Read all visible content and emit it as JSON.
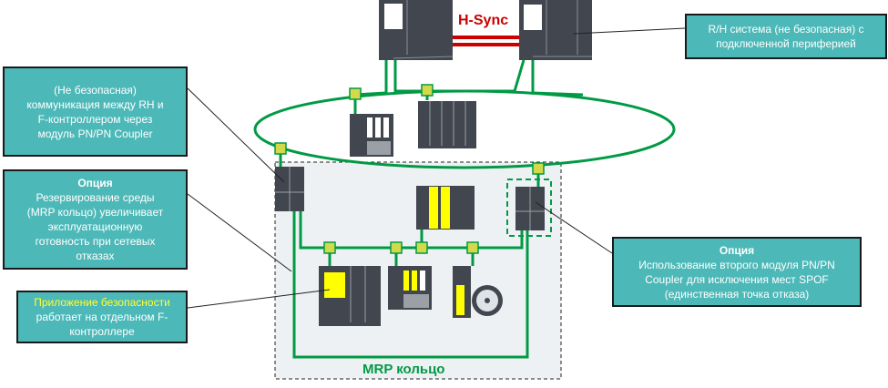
{
  "colors": {
    "callout_bg": "#4db8b8",
    "network_green": "#009a44",
    "connector_yellow": "#d4d94a",
    "device_dark": "#41464f",
    "highlight_yellow": "#ffff00",
    "hsync_red": "#cc0000",
    "zone_bg": "#eef1f4"
  },
  "labels": {
    "hsync": "H-Sync",
    "mrp_ring": "MRP кольцо"
  },
  "callouts": {
    "rh_system": {
      "lines": [
        "R/H система (не безопасная) с",
        "подключенной периферией"
      ]
    },
    "coupler_comm": {
      "lines": [
        "(Не безопасная)",
        "коммуникация между RH и",
        "F-контроллером через",
        "модуль PN/PN Coupler"
      ]
    },
    "mrp_option": {
      "title": "Опция",
      "lines": [
        "Резервирование среды",
        "(MRP кольцо) увеличивает",
        "эксплуатационную",
        "готовность при сетевых",
        "отказах"
      ]
    },
    "safety_app": {
      "highlight": "Приложение безопасности",
      "lines": [
        "работает на отдельном F-",
        "контроллере"
      ]
    },
    "spof_option": {
      "title": "Опция",
      "lines": [
        "Использование второго модуля PN/PN",
        "Coupler для исключения мест SPOF",
        "(единственная точка отказа)"
      ]
    }
  },
  "devices": [
    {
      "id": "rh-cpu-left",
      "type": "cpu"
    },
    {
      "id": "rh-cpu-right",
      "type": "cpu"
    },
    {
      "id": "io-station-ring",
      "type": "et200"
    },
    {
      "id": "rack-ring",
      "type": "rack"
    },
    {
      "id": "pn-coupler-1",
      "type": "coupler"
    },
    {
      "id": "pn-coupler-2",
      "type": "coupler"
    },
    {
      "id": "safety-io-rack",
      "type": "rack"
    },
    {
      "id": "f-cpu",
      "type": "cpu"
    },
    {
      "id": "f-io-station",
      "type": "et200"
    },
    {
      "id": "drive-motor",
      "type": "drive"
    }
  ]
}
